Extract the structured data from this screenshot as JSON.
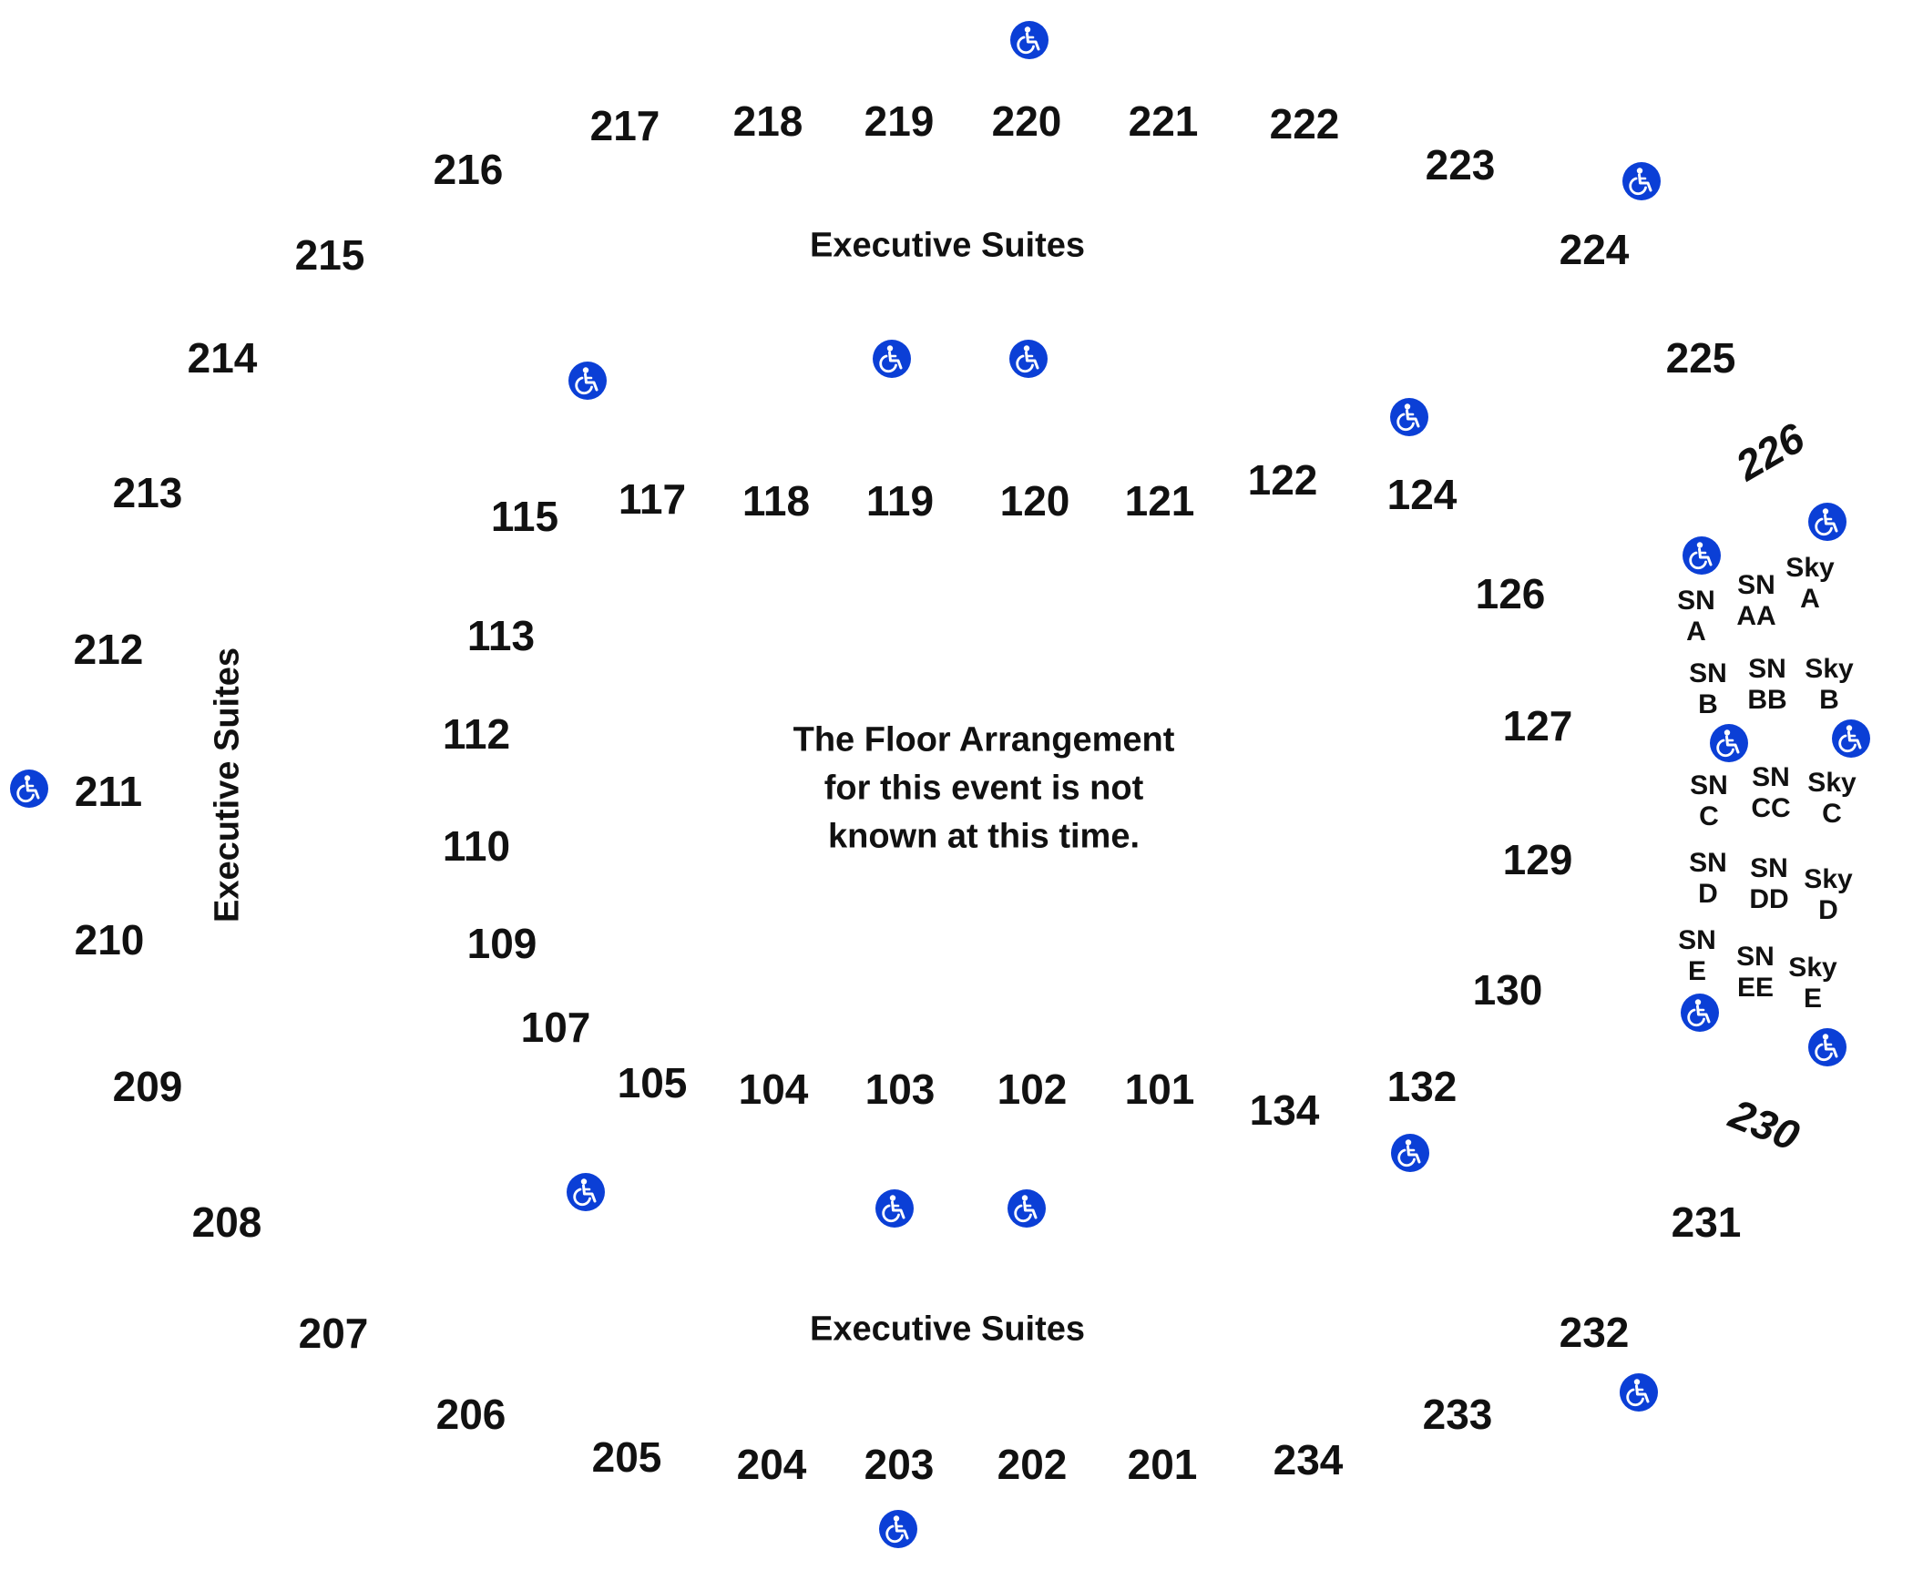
{
  "labels": {
    "exec_top": "Executive Suites",
    "exec_bottom": "Executive Suites",
    "exec_left": "Executive Suites"
  },
  "floor_note": {
    "line1": "The Floor Arrangement",
    "line2": "for this event is not",
    "line3": "known at this time."
  },
  "colors": {
    "accessible_icon_bg": "#0b3fd6",
    "text": "#111111",
    "background": "#ffffff"
  },
  "icons": {
    "accessible": "wheelchair-icon"
  },
  "sections": {
    "s217": "217",
    "s218": "218",
    "s219": "219",
    "s220": "220",
    "s221": "221",
    "s222": "222",
    "s223": "223",
    "s224": "224",
    "s225": "225",
    "s226": "226",
    "s216": "216",
    "s215": "215",
    "s214": "214",
    "s213": "213",
    "s212": "212",
    "s211": "211",
    "s210": "210",
    "s209": "209",
    "s208": "208",
    "s207": "207",
    "s206": "206",
    "s205": "205",
    "s204": "204",
    "s203": "203",
    "s202": "202",
    "s201": "201",
    "s234": "234",
    "s233": "233",
    "s232": "232",
    "s231": "231",
    "s230": "230",
    "s115": "115",
    "s117": "117",
    "s118": "118",
    "s119": "119",
    "s120": "120",
    "s121": "121",
    "s122": "122",
    "s124": "124",
    "s126": "126",
    "s127": "127",
    "s129": "129",
    "s130": "130",
    "s132": "132",
    "s134": "134",
    "s101": "101",
    "s102": "102",
    "s103": "103",
    "s104": "104",
    "s105": "105",
    "s107": "107",
    "s109": "109",
    "s110": "110",
    "s112": "112",
    "s113": "113"
  },
  "snbox": {
    "sn_a": "SN\nA",
    "sn_aa": "SN\nAA",
    "sky_a": "Sky\nA",
    "sn_b": "SN\nB",
    "sn_bb": "SN\nBB",
    "sky_b": "Sky\nB",
    "sn_c": "SN\nC",
    "sn_cc": "SN\nCC",
    "sky_c": "Sky\nC",
    "sn_d": "SN\nD",
    "sn_dd": "SN\nDD",
    "sky_d": "Sky\nD",
    "sn_e": "SN\nE",
    "sn_ee": "SN\nEE",
    "sky_e": "Sky\nE"
  }
}
